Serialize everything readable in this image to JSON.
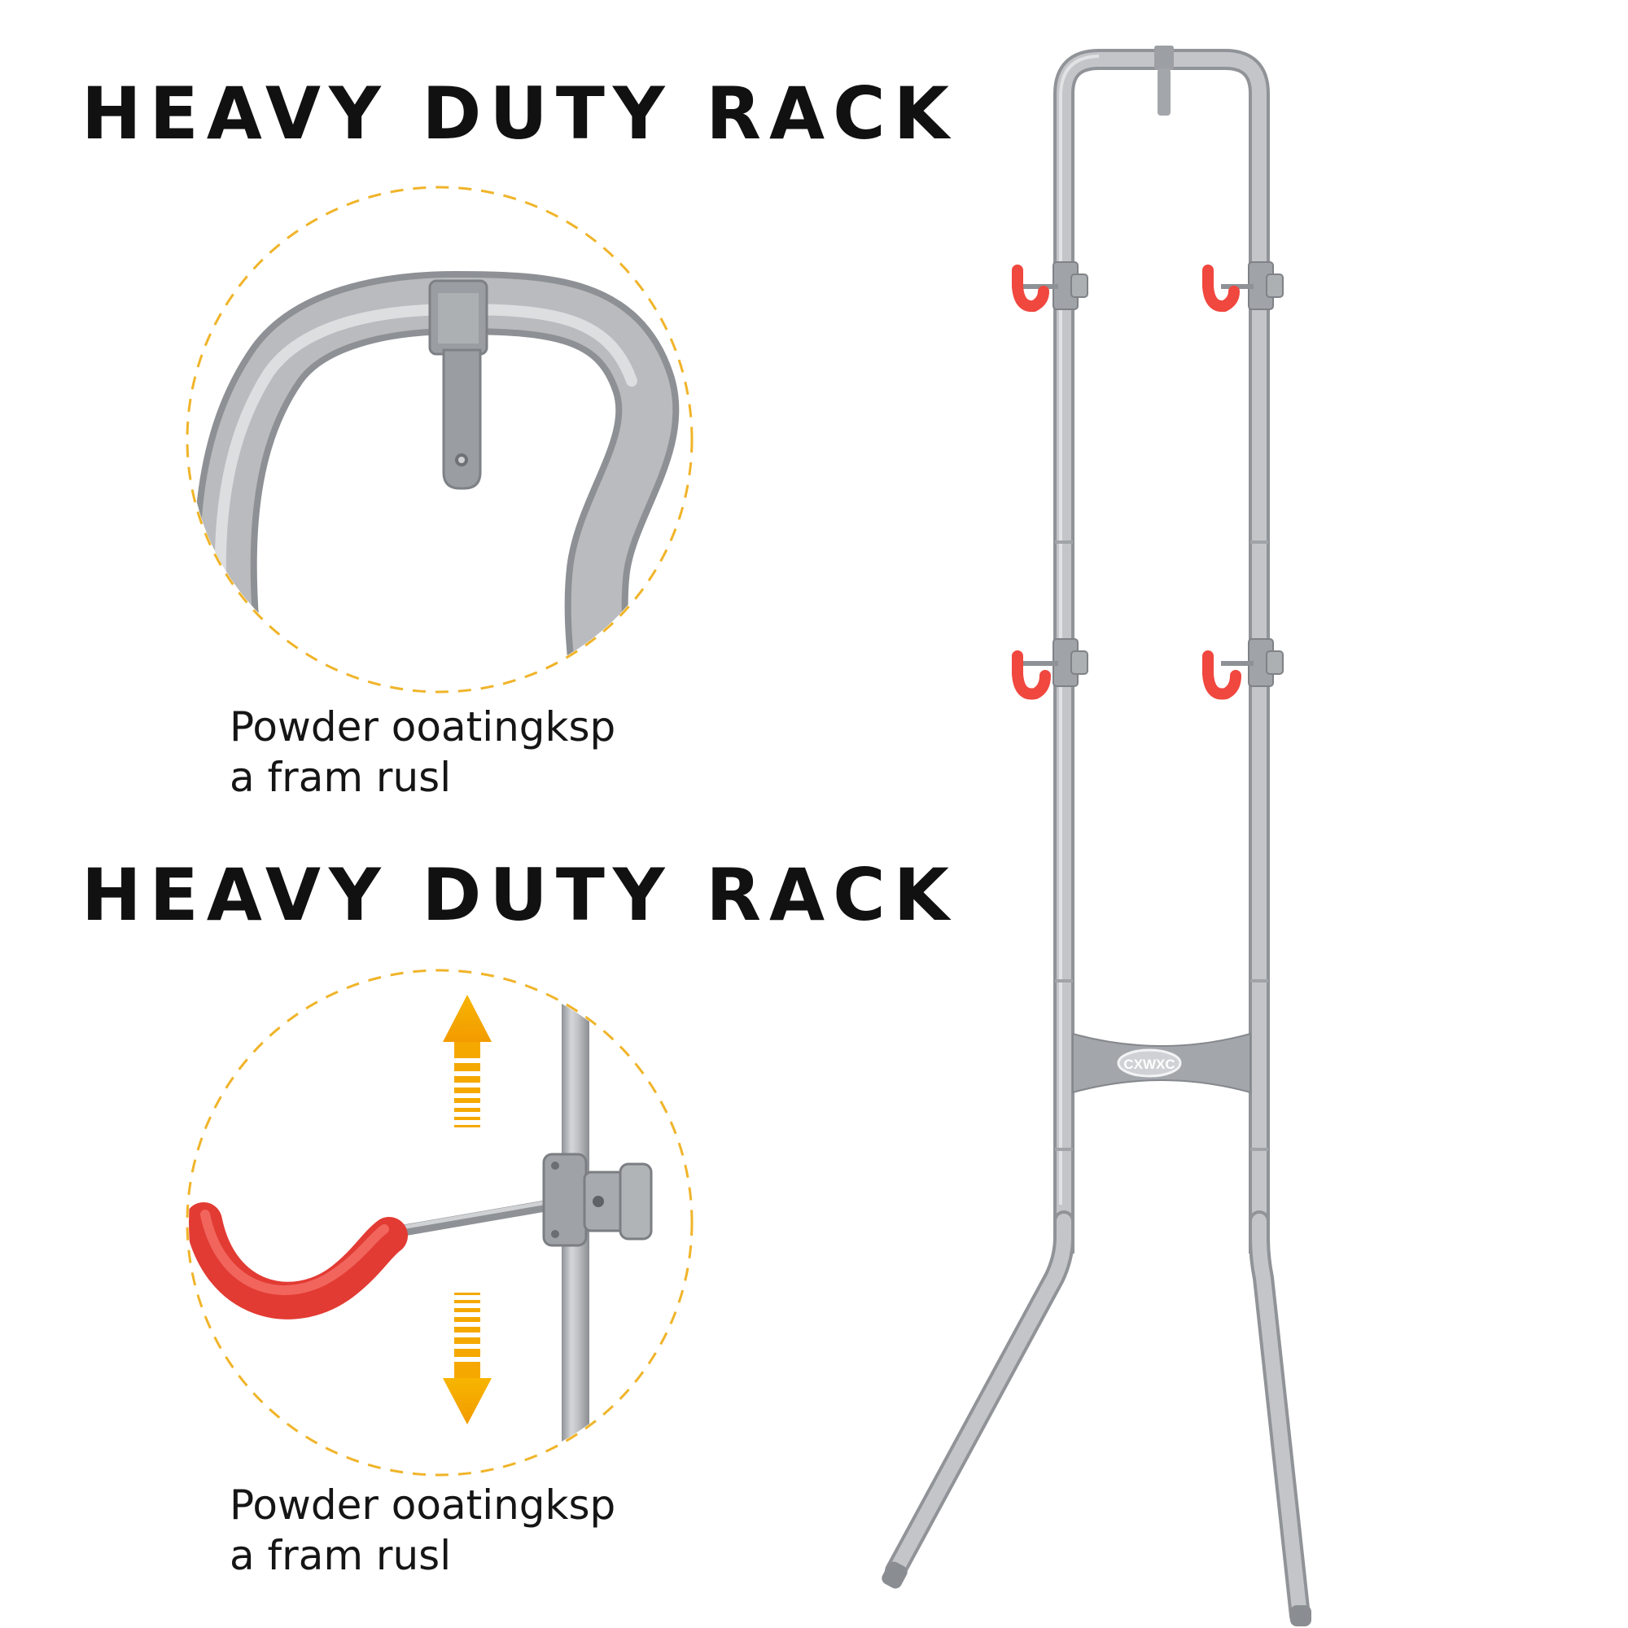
{
  "sections": [
    {
      "heading": "HEAVY DUTY RACK",
      "caption_line1": "Powder ooatingksp",
      "caption_line2": "a fram rusl"
    },
    {
      "heading": "HEAVY DUTY RACK",
      "caption_line1": "Powder ooatingksp",
      "caption_line2": "a fram rusl"
    }
  ],
  "rack": {
    "logo_text": "CXWXC"
  },
  "colors": {
    "frame": "#b8babd",
    "hook": "#f0473f",
    "arrow": "#f5a800",
    "dashed_circle": "#f0b429",
    "heading": "#111111"
  }
}
